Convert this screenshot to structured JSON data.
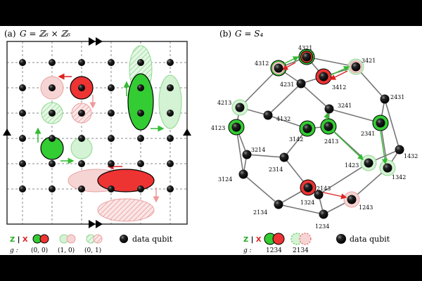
{
  "panel_a": {
    "label": "(a)",
    "group": "G = ℤ₆ × ℤ₆"
  },
  "panel_b": {
    "label": "(b)",
    "group": "G = S₄",
    "node_labels": [
      "4321",
      "3421",
      "4312",
      "4231",
      "3412",
      "2431",
      "3241",
      "4213",
      "4132",
      "4123",
      "2341",
      "3142",
      "2413",
      "1432",
      "3214",
      "1423",
      "1342",
      "3124",
      "2314",
      "2143",
      "1324",
      "2134",
      "1243",
      "1234"
    ]
  },
  "legend_a": {
    "zx": "Z | X",
    "g_label": "g :",
    "g_values": [
      "(0, 0)",
      "(1, 0)",
      "(0, 1)"
    ],
    "qubit_label": "data qubit"
  },
  "legend_b": {
    "zx": "Z | X",
    "g_label": "g :",
    "g_values": [
      "1234",
      "2134"
    ],
    "qubit_label": "data qubit"
  },
  "colors": {
    "green": "#33cc33",
    "red": "#ee3333",
    "light_green": "#c8efc8",
    "light_red": "#f7c9c9",
    "grid": "#888888",
    "edge": "#777777"
  }
}
